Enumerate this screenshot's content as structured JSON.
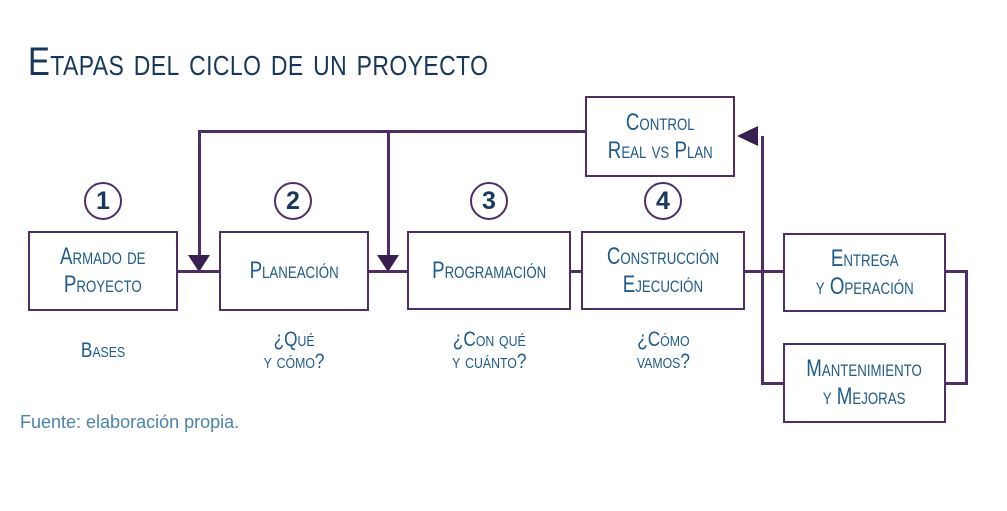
{
  "title": "Etapas del ciclo de un proyecto",
  "source_note": "Fuente: elaboración propia.",
  "colors": {
    "title_navy": "#17375D",
    "box_text_blue": "#1E5A8A",
    "outline_purple": "#4D2F66",
    "arrow_purple": "#37204F",
    "source_blue": "#4B83AD"
  },
  "stages": [
    {
      "number": "1",
      "label_lines": [
        "Armado de",
        "Proyecto"
      ],
      "sublabel_lines": [
        "Bases",
        ""
      ]
    },
    {
      "number": "2",
      "label_lines": [
        "Planeación",
        ""
      ],
      "sublabel_lines": [
        "¿Qué",
        "y cómo?"
      ]
    },
    {
      "number": "3",
      "label_lines": [
        "Programación",
        ""
      ],
      "sublabel_lines": [
        "¿Con qué",
        "y cuánto?"
      ]
    },
    {
      "number": "4",
      "label_lines": [
        "Construcción",
        "Ejecución"
      ],
      "sublabel_lines": [
        "¿Cómo",
        "vamos?"
      ]
    }
  ],
  "control_box": {
    "label_lines": [
      "Control",
      "Real vs Plan"
    ]
  },
  "entrega_box": {
    "label_lines": [
      "Entrega",
      "y Operación"
    ]
  },
  "mantenimiento_box": {
    "label_lines": [
      "Mantenimiento",
      "y Mejoras"
    ]
  }
}
